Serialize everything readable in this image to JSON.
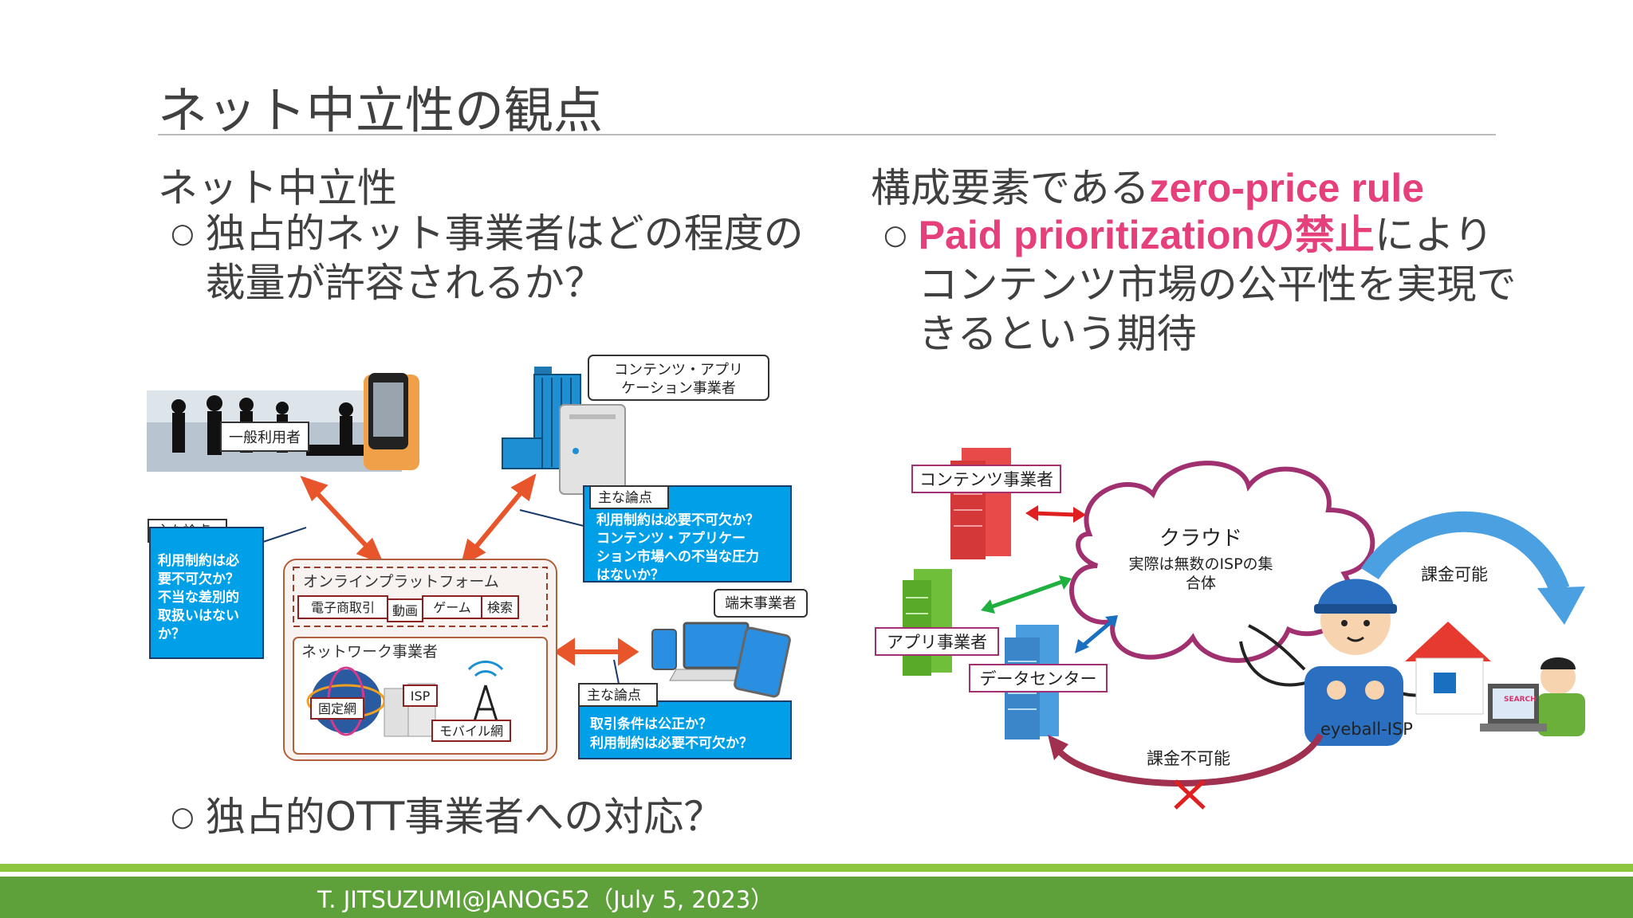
{
  "slide": {
    "title": "ネット中立性の観点",
    "left_heading": "ネット中立性",
    "left_bullet1": "独占的ネット事業者はどの程度の裁量が許容されるか？",
    "left_bullet2": "独占的OTT事業者への対応？",
    "right_heading_prefix": "構成要素である",
    "right_heading_highlight": "zero-price rule",
    "right_bullet_highlight": "Paid prioritizationの禁止",
    "right_bullet_rest": "によりコンテンツ市場の公平性を実現できるという期待",
    "footer": "T. JITSUZUMI@JANOG52（July 5, 2023）"
  },
  "left_diagram": {
    "general_user": "一般利用者",
    "content_app_line1": "コンテンツ・アプリ",
    "content_app_line2": "ケーション事業者",
    "issue_label": "主な論点",
    "issue_left": [
      "利用制約は必",
      "要不可欠か？",
      "不当な差別的",
      "取扱いはない",
      "か？"
    ],
    "issue_top": [
      "利用制約は必要不可欠か？",
      "コンテンツ・アプリケー",
      "ション市場への不当な圧力",
      "はないか？"
    ],
    "issue_bottom": [
      "取引条件は公正か？",
      "利用制約は必要不可欠か？"
    ],
    "platform": "オンラインプラットフォーム",
    "ecommerce": "電子商取引",
    "video": "動画",
    "game": "ゲーム",
    "search": "検索",
    "network_operator": "ネットワーク事業者",
    "fixed_network": "固定網",
    "isp": "ISP",
    "mobile_network": "モバイル網",
    "terminal_operator": "端末事業者"
  },
  "right_diagram": {
    "content_provider": "コンテンツ事業者",
    "app_provider": "アプリ事業者",
    "data_center": "データセンター",
    "cloud_title": "クラウド",
    "cloud_sub1": "実際は無数のISPの集",
    "cloud_sub2": "合体",
    "chargeable": "課金可能",
    "not_chargeable": "課金不可能",
    "eyeball_isp": "eyeball-ISP",
    "search_label": "SEARCH"
  }
}
